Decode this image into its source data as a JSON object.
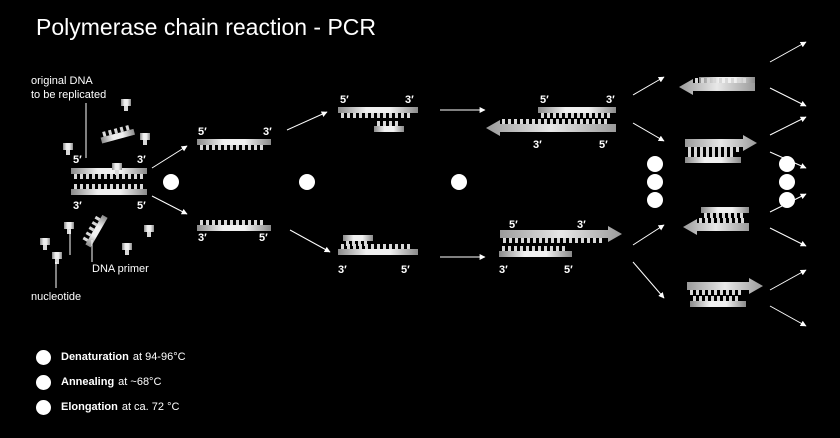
{
  "title": "Polymerase chain reaction - PCR",
  "labels": {
    "original_dna_line1": "original DNA",
    "original_dna_line2": "to be replicated",
    "dna_primer": "DNA primer",
    "nucleotide": "nucleotide"
  },
  "polarity": {
    "five_prime": "5′",
    "three_prime": "3′"
  },
  "legend": [
    {
      "name": "Denaturation",
      "detail": "at 94-96°C"
    },
    {
      "name": "Annealing",
      "detail": "at ~68°C"
    },
    {
      "name": "Elongation",
      "detail": "at ca. 72 °C"
    }
  ],
  "colors": {
    "background": "#000000",
    "foreground": "#ffffff",
    "strand_light": "#e6e6e6",
    "strand_dark": "#8a8a8a"
  }
}
